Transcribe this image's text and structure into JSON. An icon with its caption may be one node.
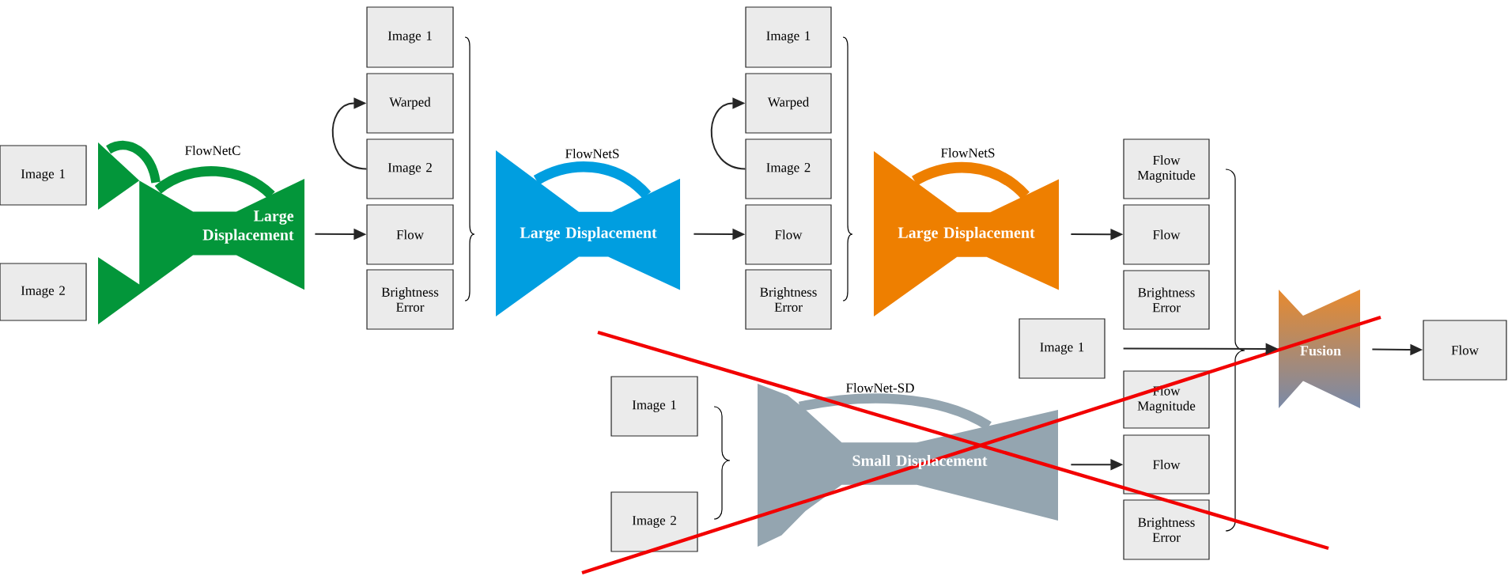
{
  "diagram": {
    "nodes": [
      {
        "text": [
          "Image 1"
        ]
      },
      {
        "text": [
          "Image 2"
        ]
      },
      {
        "text": [
          "FlowNetC",
          "Large Displacement"
        ]
      },
      {
        "text": [
          "Image 1"
        ]
      },
      {
        "text": [
          "Warped"
        ]
      },
      {
        "text": [
          "Image 2"
        ]
      },
      {
        "text": [
          "Flow"
        ]
      },
      {
        "text": [
          "Brightness Error"
        ]
      },
      {
        "text": [
          "FlowNetS",
          "Large Displacement"
        ]
      },
      {
        "text": [
          "Image 1"
        ]
      },
      {
        "text": [
          "Warped"
        ]
      },
      {
        "text": [
          "Image 2"
        ]
      },
      {
        "text": [
          "Flow"
        ]
      },
      {
        "text": [
          "Brightness Error"
        ]
      },
      {
        "text": [
          "FlowNetS",
          "Large Displacement"
        ]
      },
      {
        "text": [
          "Flow Magnitude"
        ]
      },
      {
        "text": [
          "Flow"
        ]
      },
      {
        "text": [
          "Brightness Error"
        ]
      },
      {
        "text": [
          "Image 1"
        ]
      },
      {
        "text": [
          "Flow Magnitude"
        ]
      },
      {
        "text": [
          "Flow"
        ]
      },
      {
        "text": [
          "Brightness Error"
        ]
      },
      {
        "text": [
          "Fusion"
        ]
      },
      {
        "text": [
          "Flow"
        ]
      },
      {
        "text": [
          "Image 1"
        ]
      },
      {
        "text": [
          "Image 2"
        ]
      },
      {
        "text": [
          "FlowNet-SD",
          "Small Displacement"
        ]
      }
    ],
    "edges": [
      {
        "from": 2,
        "to": 6,
        "arrow": "to"
      },
      {
        "from": 5,
        "to": 4,
        "arrow": "to"
      },
      {
        "from": 8,
        "to": 12,
        "arrow": "to"
      },
      {
        "from": 11,
        "to": 10,
        "arrow": "to"
      },
      {
        "from": 14,
        "to": 16,
        "arrow": "to"
      },
      {
        "from": 18,
        "to": 22,
        "arrow": "to"
      },
      {
        "from": 22,
        "to": 23,
        "arrow": "to"
      },
      {
        "from": 26,
        "to": 20,
        "arrow": "to"
      }
    ]
  }
}
